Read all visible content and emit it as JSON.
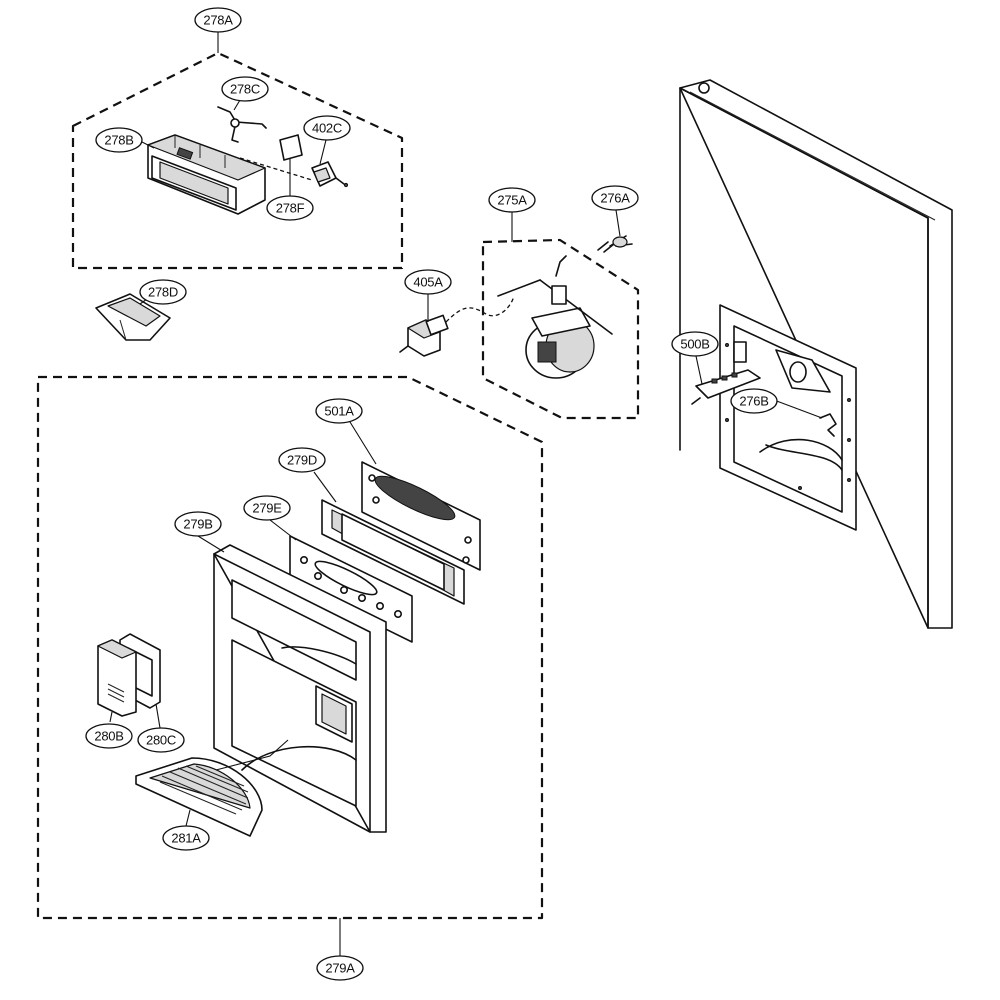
{
  "diagram": {
    "labels": [
      {
        "id": "278A",
        "text": "278A"
      },
      {
        "id": "278C",
        "text": "278C"
      },
      {
        "id": "278B",
        "text": "278B"
      },
      {
        "id": "402C",
        "text": "402C"
      },
      {
        "id": "278F",
        "text": "278F"
      },
      {
        "id": "278D",
        "text": "278D"
      },
      {
        "id": "275A",
        "text": "275A"
      },
      {
        "id": "276A",
        "text": "276A"
      },
      {
        "id": "405A",
        "text": "405A"
      },
      {
        "id": "500B",
        "text": "500B"
      },
      {
        "id": "276B",
        "text": "276B"
      },
      {
        "id": "501A",
        "text": "501A"
      },
      {
        "id": "279D",
        "text": "279D"
      },
      {
        "id": "279E",
        "text": "279E"
      },
      {
        "id": "279B",
        "text": "279B"
      },
      {
        "id": "280B",
        "text": "280B"
      },
      {
        "id": "280C",
        "text": "280C"
      },
      {
        "id": "281A",
        "text": "281A"
      },
      {
        "id": "279A",
        "text": "279A"
      }
    ]
  }
}
